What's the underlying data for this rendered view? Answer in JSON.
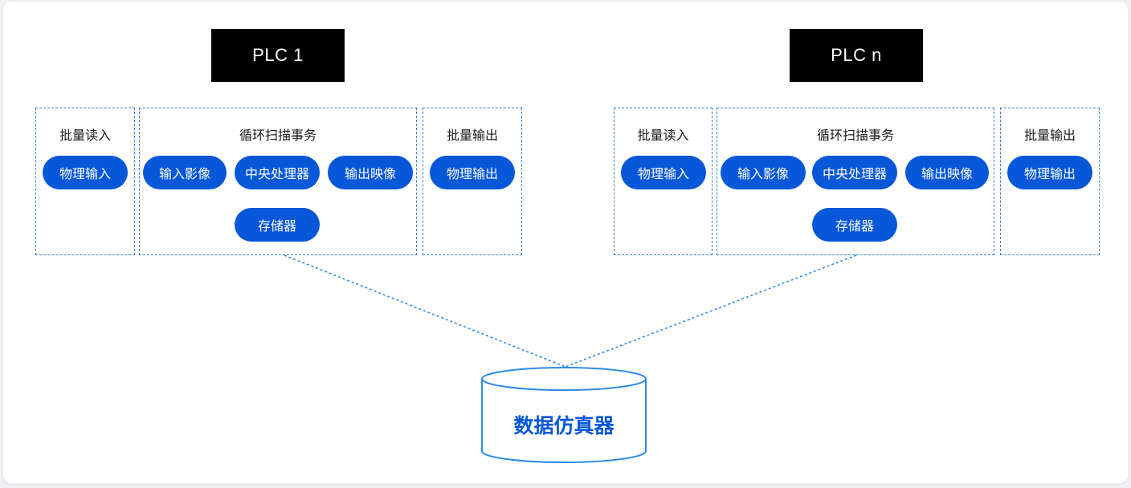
{
  "plc_groups": [
    {
      "title": "PLC 1",
      "read_box": {
        "label": "批量读入",
        "item": "物理输入"
      },
      "scan_box": {
        "label": "循环扫描事务",
        "items": [
          "输入影像",
          "中央处理器",
          "输出映像"
        ],
        "storage": "存储器"
      },
      "write_box": {
        "label": "批量输出",
        "item": "物理输出"
      }
    },
    {
      "title": "PLC n",
      "read_box": {
        "label": "批量读入",
        "item": "物理输入"
      },
      "scan_box": {
        "label": "循环扫描事务",
        "items": [
          "输入影像",
          "中央处理器",
          "输出映像"
        ],
        "storage": "存储器"
      },
      "write_box": {
        "label": "批量输出",
        "item": "物理输出"
      }
    }
  ],
  "database": {
    "label": "数据仿真器",
    "icon": "database-cylinder-icon"
  },
  "colors": {
    "accent": "#0757d9",
    "dashed_border": "#2f7de1",
    "connector": "#2f8ae6",
    "title_bg": "#000000",
    "title_text": "#ffffff"
  }
}
